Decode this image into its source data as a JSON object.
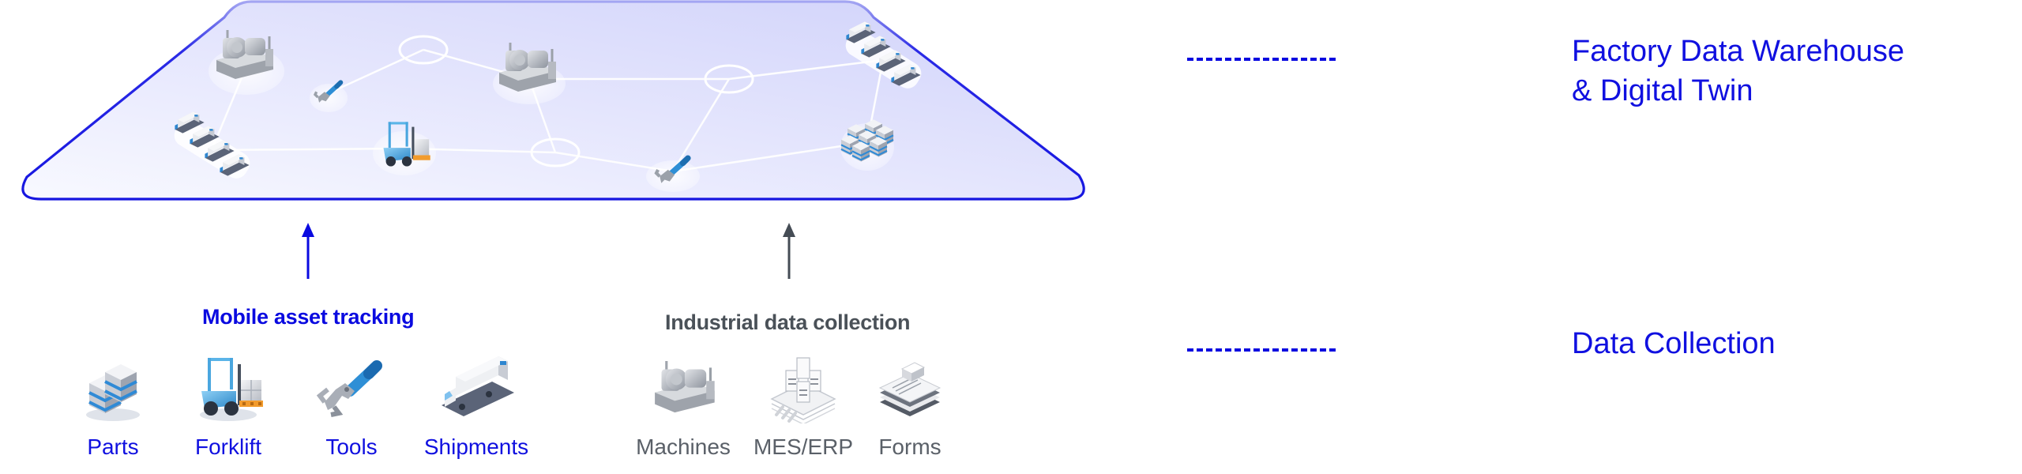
{
  "diagram": {
    "board": {
      "label": "Factory floor digital twin network",
      "nodes": [
        {
          "id": "machine-1",
          "type": "machine"
        },
        {
          "id": "tool-1",
          "type": "tool"
        },
        {
          "id": "hub-1",
          "type": "hub"
        },
        {
          "id": "machine-2",
          "type": "machine"
        },
        {
          "id": "hub-2",
          "type": "hub"
        },
        {
          "id": "shipments-1",
          "type": "shipments"
        },
        {
          "id": "shipments-2",
          "type": "shipments"
        },
        {
          "id": "forklift-1",
          "type": "forklift"
        },
        {
          "id": "hub-3",
          "type": "hub"
        },
        {
          "id": "tool-2",
          "type": "tool"
        },
        {
          "id": "parts-1",
          "type": "parts"
        }
      ],
      "edges": [
        [
          "machine-1",
          "shipments-1"
        ],
        [
          "tool-1",
          "hub-1"
        ],
        [
          "hub-1",
          "machine-2"
        ],
        [
          "machine-2",
          "hub-2"
        ],
        [
          "machine-2",
          "hub-3"
        ],
        [
          "hub-2",
          "shipments-2"
        ],
        [
          "hub-2",
          "tool-2"
        ],
        [
          "shipments-1",
          "forklift-1"
        ],
        [
          "forklift-1",
          "hub-3"
        ],
        [
          "hub-3",
          "tool-2"
        ],
        [
          "tool-2",
          "parts-1"
        ],
        [
          "shipments-2",
          "parts-1"
        ]
      ]
    },
    "sources": [
      {
        "title": "Mobile asset tracking",
        "arrow_color": "#0a0ae0",
        "items": [
          {
            "label": "Parts",
            "icon": "parts-pallet-icon"
          },
          {
            "label": "Forklift",
            "icon": "forklift-icon"
          },
          {
            "label": "Tools",
            "icon": "wrench-icon"
          },
          {
            "label": "Shipments",
            "icon": "truck-icon"
          }
        ]
      },
      {
        "title": "Industrial data collection",
        "arrow_color": "#454c55",
        "items": [
          {
            "label": "Machines",
            "icon": "machine-icon"
          },
          {
            "label": "MES/ERP",
            "icon": "server-cluster-icon"
          },
          {
            "label": "Forms",
            "icon": "forms-stack-icon"
          }
        ]
      }
    ],
    "layers": [
      {
        "title_line1": "Factory Data Warehouse",
        "title_line2": "& Digital Twin"
      },
      {
        "title_line1": "Data Collection"
      }
    ]
  },
  "colors": {
    "accent_blue": "#0a0ae0",
    "gray_text": "#4a5158",
    "board_fill_start": "#f7f8ff",
    "board_fill_end": "#d2d4fb"
  }
}
